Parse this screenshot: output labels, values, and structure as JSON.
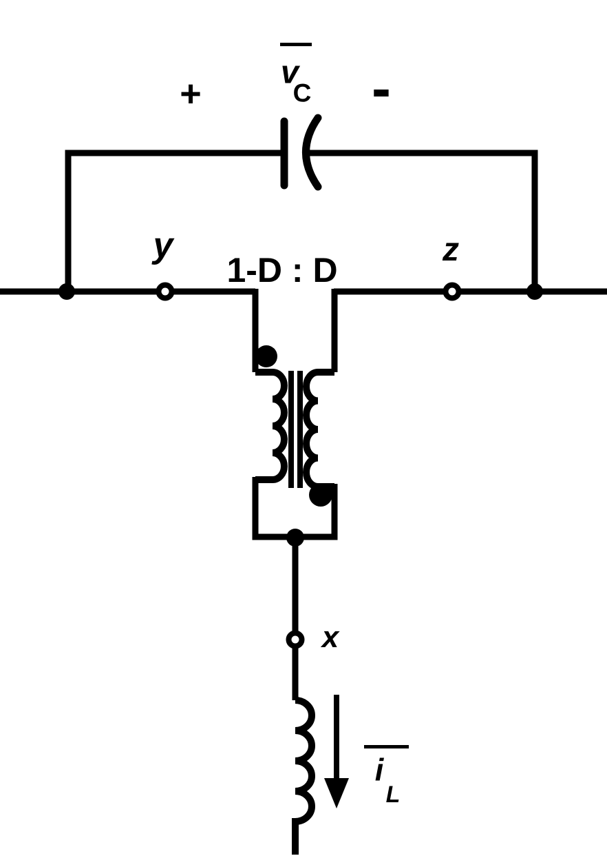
{
  "capacitor": {
    "plus": "+",
    "minus": "-",
    "voltage_base": "v",
    "voltage_sub": "C"
  },
  "transformer": {
    "turns_ratio": "1-D : D"
  },
  "terminals": {
    "x": "x",
    "y": "y",
    "z": "z"
  },
  "inductor": {
    "current_base": "i",
    "current_sub": "L"
  },
  "colors": {
    "ink": "#000000",
    "background": "#ffffff"
  }
}
